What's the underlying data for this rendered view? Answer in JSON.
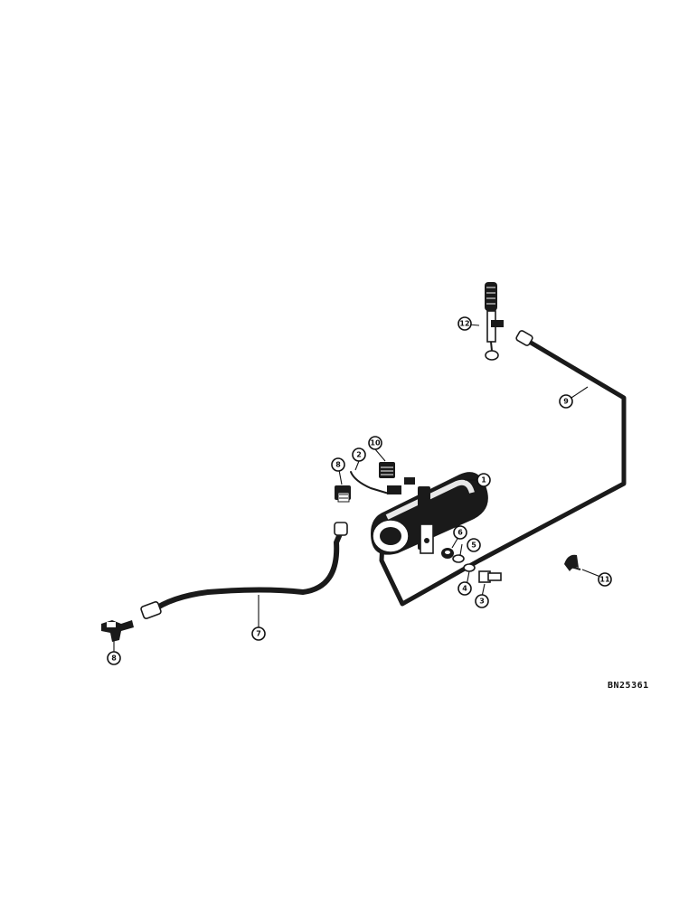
{
  "drawing_number": "BN25361",
  "callouts": [
    {
      "id": "callout-1",
      "label": "1"
    },
    {
      "id": "callout-2",
      "label": "2"
    },
    {
      "id": "callout-3",
      "label": "3"
    },
    {
      "id": "callout-4",
      "label": "4"
    },
    {
      "id": "callout-5",
      "label": "5"
    },
    {
      "id": "callout-6",
      "label": "6"
    },
    {
      "id": "callout-7",
      "label": "7"
    },
    {
      "id": "callout-8a",
      "label": "8"
    },
    {
      "id": "callout-8b",
      "label": "8"
    },
    {
      "id": "callout-9",
      "label": "9"
    },
    {
      "id": "callout-10",
      "label": "10"
    },
    {
      "id": "callout-11",
      "label": "11"
    },
    {
      "id": "callout-12",
      "label": "12"
    }
  ],
  "colors": {
    "ink": "#1a1a1a",
    "paper": "#ffffff"
  }
}
